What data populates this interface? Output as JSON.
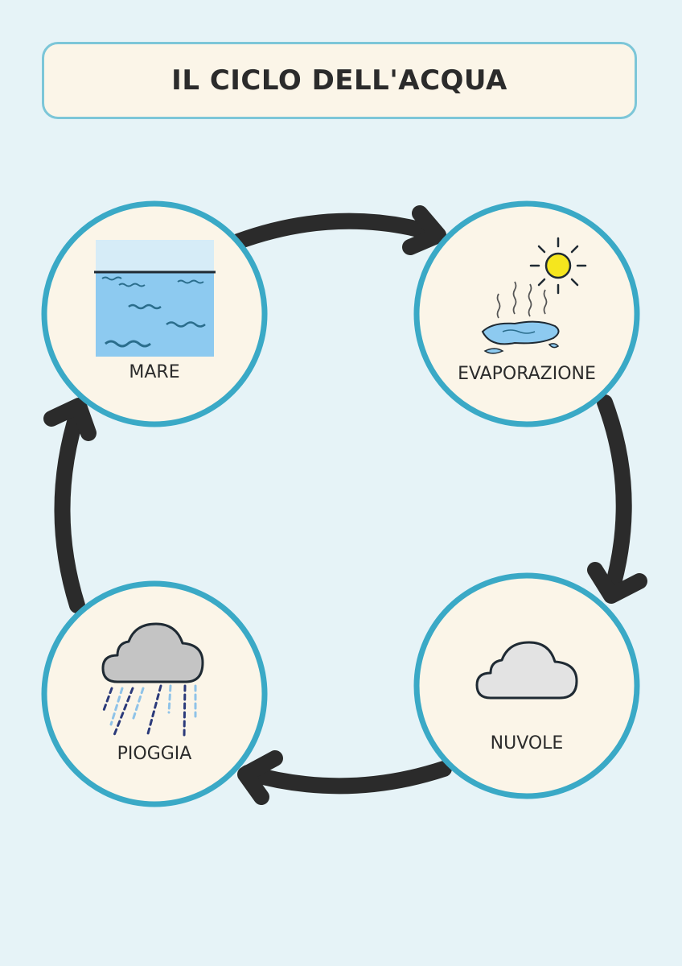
{
  "title": "IL CICLO DELL'ACQUA",
  "nodes": {
    "mare": {
      "label": "MARE",
      "icon": "sea-icon"
    },
    "evaporazione": {
      "label": "EVAPORAZIONE",
      "icon": "evaporation-icon"
    },
    "nuvole": {
      "label": "NUVOLE",
      "icon": "cloud-icon"
    },
    "pioggia": {
      "label": "PIOGGIA",
      "icon": "rain-cloud-icon"
    }
  },
  "colors": {
    "background": "#e6f3f7",
    "node_fill": "#fbf5e8",
    "node_border": "#3aa9c6",
    "arrow": "#2b2b2b",
    "sea": "#8dcaf0",
    "sun": "#f5e61e"
  }
}
